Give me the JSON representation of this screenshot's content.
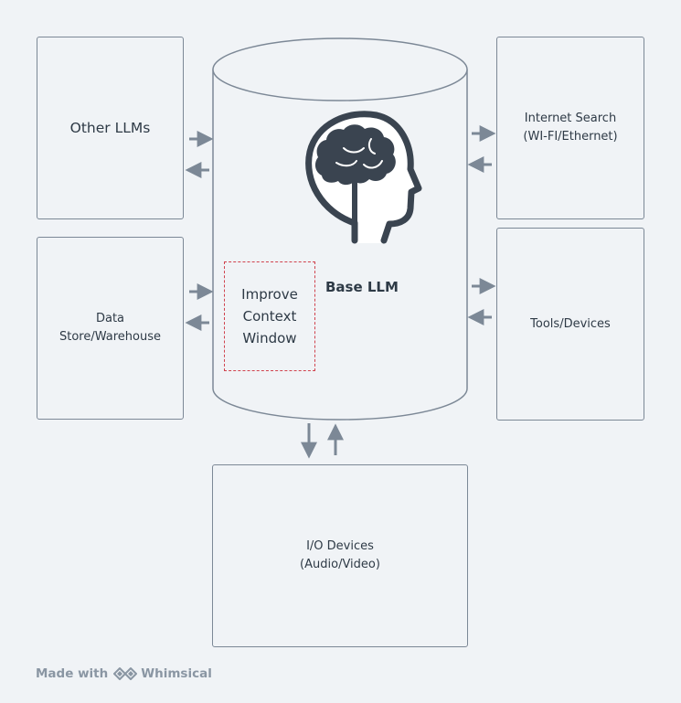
{
  "nodes": {
    "other_llms": "Other LLMs",
    "internet_search": "Internet Search\n(WI-FI/Ethernet)",
    "data_store": "Data\nStore/Warehouse",
    "tools_devices": "Tools/Devices",
    "io_devices": "I/O Devices\n(Audio/Video)",
    "base_llm": "Base LLM",
    "context_window": "Improve\nContext\nWindow"
  },
  "icons": {
    "brain": "head-with-brain-icon",
    "logo": "whimsical-logo-icon"
  },
  "footer": {
    "made_with": "Made with",
    "brand": "Whimsical"
  },
  "colors": {
    "background": "#f0f3f6",
    "stroke": "#7c8896",
    "arrow": "#7c8896",
    "dashed": "#d0424d",
    "icon": "#3a4450"
  }
}
